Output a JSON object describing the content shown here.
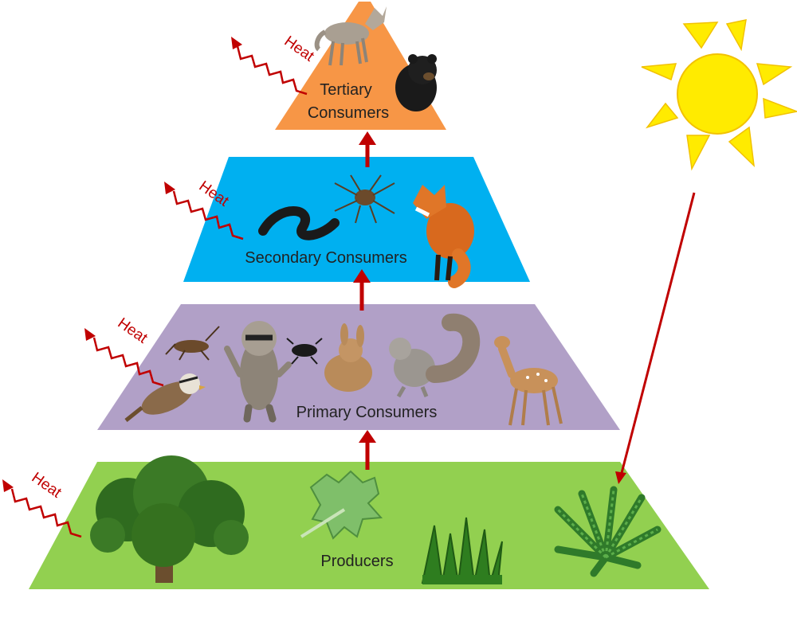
{
  "tiers": [
    {
      "key": "tertiary",
      "label_line1": "Tertiary",
      "label_line2": "Consumers",
      "color": "#F79646"
    },
    {
      "key": "secondary",
      "label": "Secondary Consumers",
      "color": "#00B0F0"
    },
    {
      "key": "primary",
      "label": "Primary Consumers",
      "color": "#B1A0C7"
    },
    {
      "key": "producers",
      "label": "Producers",
      "color": "#92D050"
    }
  ],
  "heat": {
    "label": "Heat",
    "color": "#C00000"
  },
  "energy_arrow_color": "#C00000",
  "sun": {
    "color": "#FFEB00",
    "outline": "#F2C200"
  },
  "icons": {
    "tertiary": [
      "coyote-icon",
      "black-bear-icon"
    ],
    "secondary": [
      "snake-icon",
      "spider-icon",
      "red-fox-icon"
    ],
    "primary": [
      "cricket-icon",
      "sparrow-icon",
      "raccoon-icon",
      "beetle-icon",
      "rabbit-icon",
      "squirrel-icon",
      "fawn-icon"
    ],
    "producers": [
      "oak-tree-icon",
      "maple-leaf-icon",
      "grass-icon",
      "fern-icon"
    ]
  }
}
